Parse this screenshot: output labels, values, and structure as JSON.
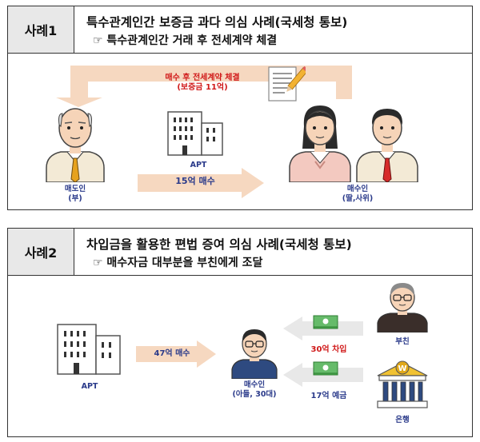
{
  "case1": {
    "tag": "사례1",
    "title": "특수관계인간 보증금 과다 의심 사례(국세청 통보)",
    "subtitle": "☞ 특수관계인간 거래 후 전세계약 체결",
    "arrow_top_line1": "매수 후 전세계약 체결",
    "arrow_top_line2": "(보증금 11억)",
    "apt_label": "APT",
    "arrow_bottom_label": "15억 매수",
    "seller_line1": "매도인",
    "seller_line2": "(부)",
    "buyer_line1": "매수인",
    "buyer_line2": "(딸,사위)"
  },
  "case2": {
    "tag": "사례2",
    "title": "차입금을 활용한 편법 증여 의심 사례(국세청 통보)",
    "subtitle": "☞ 매수자금 대부분을 부친에게 조달",
    "apt_label": "APT",
    "arrow_label": "47억 매수",
    "buyer_line1": "매수인",
    "buyer_line2": "(아들, 30대)",
    "loan_label": "30억 차입",
    "deposit_label": "17억 예금",
    "father_label": "부친",
    "bank_label": "은행"
  },
  "colors": {
    "peach_arrow": "#f6d8c0",
    "navy_text": "#2a3a8a",
    "red_text": "#d01818",
    "header_gray": "#e8e8e8"
  }
}
